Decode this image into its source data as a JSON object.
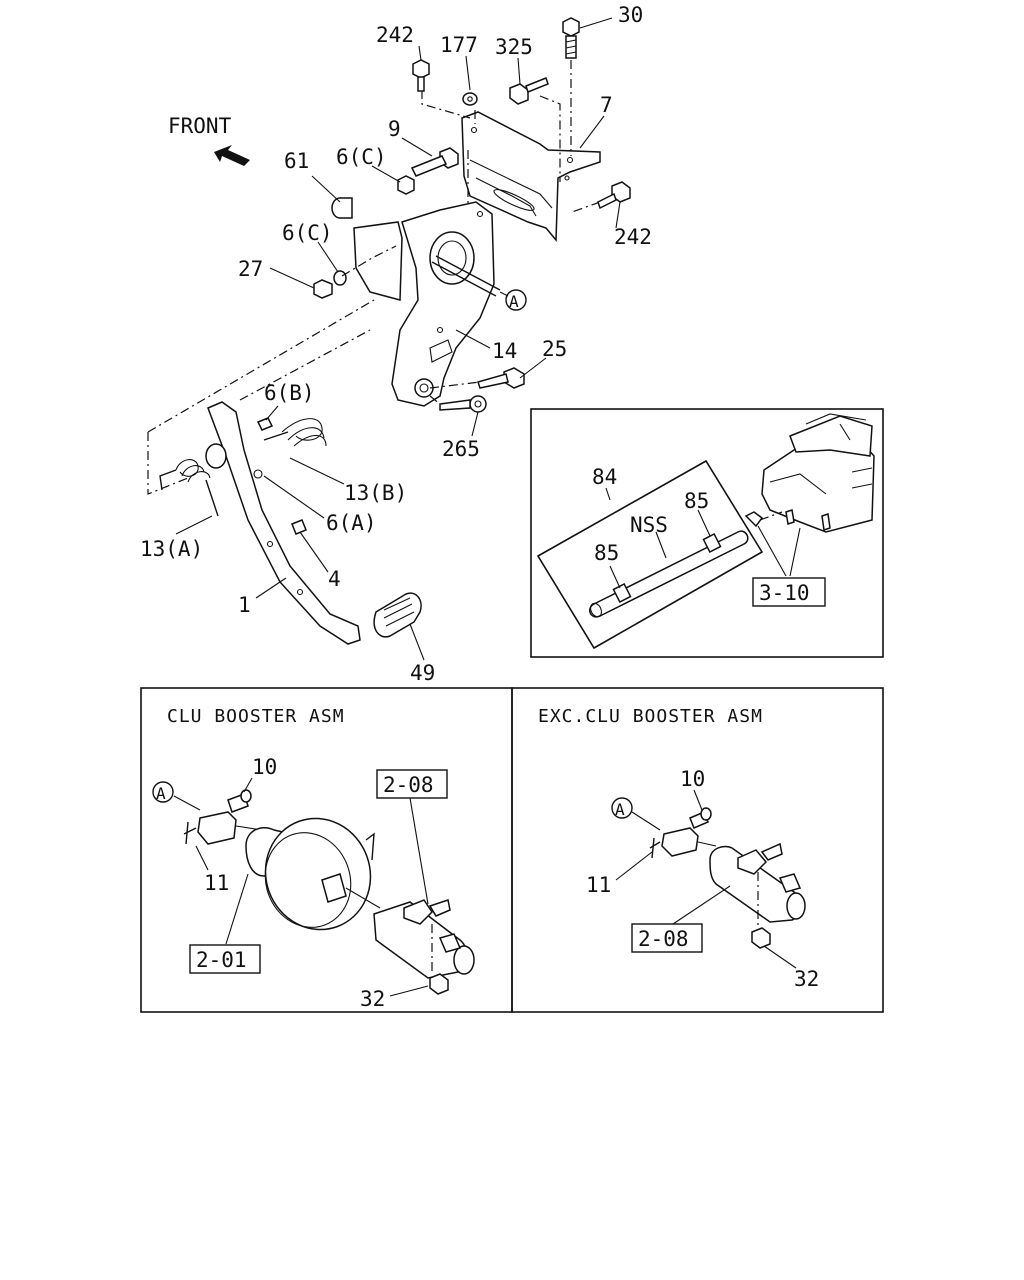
{
  "front_label": "FRONT",
  "main_labels": {
    "p242_top": "242",
    "p177": "177",
    "p325": "325",
    "p30": "30",
    "p7": "7",
    "p9": "9",
    "p6c_top": "6(C)",
    "p61": "61",
    "p6c_left": "6(C)",
    "p27": "27",
    "p242_right": "242",
    "pA_main": "A",
    "p14": "14",
    "p25": "25",
    "p265": "265",
    "p6b": "6(B)",
    "p13b": "13(B)",
    "p6a": "6(A)",
    "p13a": "13(A)",
    "p4": "4",
    "p1": "1",
    "p49": "49"
  },
  "reservoir_panel": {
    "p84": "84",
    "p85_top": "85",
    "nss": "NSS",
    "p85_left": "85",
    "ref_3_10": "3-10"
  },
  "clu_panel": {
    "title": "CLU BOOSTER ASM",
    "pA": "A",
    "p10": "10",
    "p11": "11",
    "ref_2_08": "2-08",
    "ref_2_01": "2-01",
    "p32": "32"
  },
  "exc_panel": {
    "title": "EXC.CLU BOOSTER ASM",
    "pA": "A",
    "p10": "10",
    "p11": "11",
    "ref_2_08": "2-08",
    "p32": "32"
  }
}
